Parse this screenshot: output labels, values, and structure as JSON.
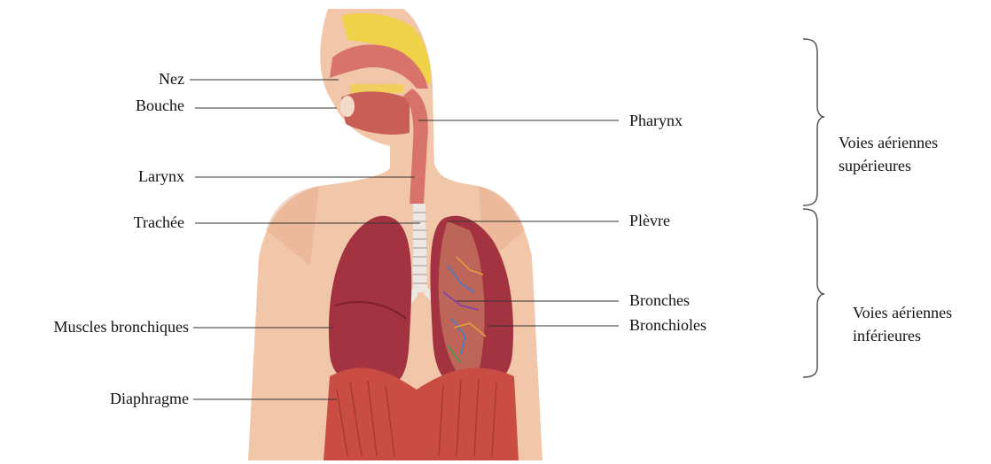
{
  "colors": {
    "skin": "#f2c6a9",
    "skin_shadow": "#e6ad8e",
    "lung": "#a33340",
    "lung_dark": "#7d1f2c",
    "airway": "#d8736b",
    "trachea": "#ece7e3",
    "muscle": "#c94d43",
    "sinus": "#f0d14a",
    "line": "#333333",
    "text": "#111111"
  },
  "labels_left": [
    {
      "id": "nez",
      "text": "Nez"
    },
    {
      "id": "bouche",
      "text": "Bouche"
    },
    {
      "id": "larynx",
      "text": "Larynx"
    },
    {
      "id": "trachee",
      "text": "Trachée"
    },
    {
      "id": "muscles",
      "text": "Muscles bronchiques"
    },
    {
      "id": "diaphragme",
      "text": "Diaphragme"
    }
  ],
  "labels_right": [
    {
      "id": "pharynx",
      "text": "Pharynx"
    },
    {
      "id": "plevre",
      "text": "Plèvre"
    },
    {
      "id": "bronches",
      "text": "Bronches"
    },
    {
      "id": "bronchioles",
      "text": "Bronchioles"
    }
  ],
  "groups": {
    "upper": {
      "line1": "Voies aériennes",
      "line2": "supérieures"
    },
    "lower": {
      "line1": "Voies aériennes",
      "line2": "inférieures"
    }
  },
  "icons": {
    "illustration": "respiratory-system-illustration",
    "brace": "curly-brace-icon"
  }
}
